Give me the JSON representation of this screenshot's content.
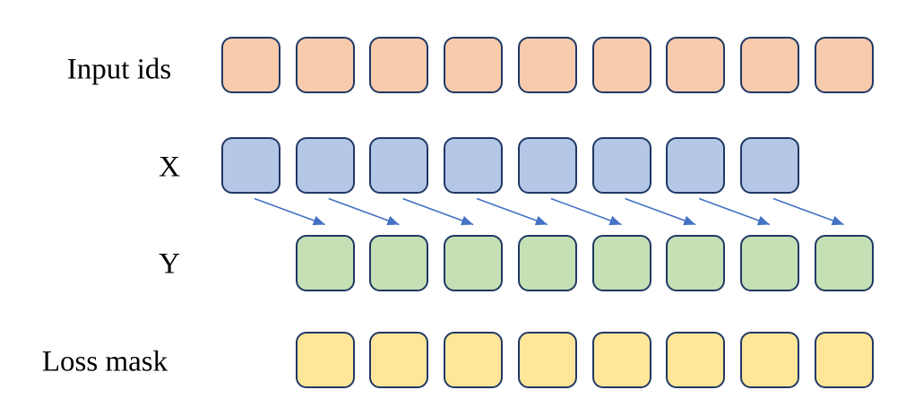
{
  "diagram": {
    "background_color": "#FFFFFF",
    "square_border_color": "#1F3864",
    "arrow_color": "#4472C4",
    "rows": [
      {
        "id": "input-ids",
        "label": "Input ids",
        "fill_color": "#F8CBAD",
        "square_count": 9
      },
      {
        "id": "x",
        "label": "X",
        "fill_color": "#B4C7E7",
        "square_count": 8
      },
      {
        "id": "y",
        "label": "Y",
        "fill_color": "#C5E0B4",
        "square_count": 8
      },
      {
        "id": "loss-mask",
        "label": "Loss mask",
        "fill_color": "#FFE699",
        "square_count": 8
      }
    ],
    "arrows": {
      "count": 8
    }
  }
}
